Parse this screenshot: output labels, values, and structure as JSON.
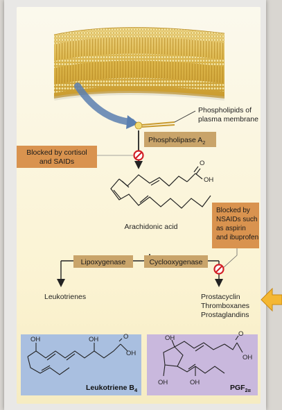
{
  "diagram": {
    "membrane_label": [
      "Phospholipids of",
      "plasma membrane"
    ],
    "enzyme_pla2": "Phospholipase A",
    "enzyme_pla2_sub": "2",
    "block_cortisol": [
      "Blocked by cortisol",
      "and SAIDs"
    ],
    "block_nsaids": [
      "Blocked by",
      "NSAIDs such",
      "as aspirin",
      "and ibuprofen"
    ],
    "arachidonic_acid": "Arachidonic acid",
    "lipoxygenase": "Lipoxygenase",
    "cyclooxygenase": "Cyclooxygenase",
    "leukotrienes": "Leukotrienes",
    "cox_products": [
      "Prostacyclin",
      "Thromboxanes",
      "Prostaglandins"
    ],
    "structure_oh": "OH",
    "structure_o": "O",
    "leukotriene_b4": "Leukotriene B",
    "leukotriene_b4_sub": "4",
    "pgf2a": "PGF",
    "pgf2a_sub": "2α"
  },
  "colors": {
    "enzyme_box": "#c9a46a",
    "block_box": "#d9934f",
    "leukotriene_panel": "#a9bfe0",
    "pgf_panel": "#c9b8dd",
    "inhibit_red": "#d21f26",
    "membrane_gold": "#e3c052",
    "side_arrow": "#f4b733"
  }
}
